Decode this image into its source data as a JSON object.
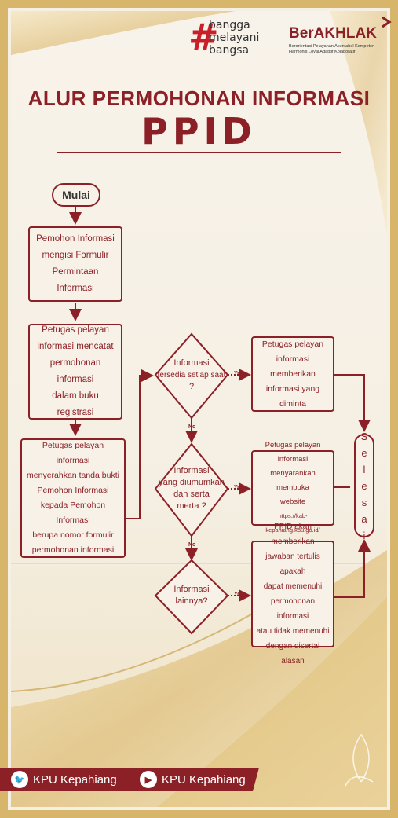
{
  "header": {
    "bangga_lines": [
      "bangga",
      "melayani",
      "bangsa"
    ],
    "berakhlak": "BerAKHLAK",
    "berakhlak_sub": "Berorientasi Pelayanan Akuntabel Kompeten Harmonis Loyal Adaptif Kolaboratif"
  },
  "title": {
    "line1": "ALUR PERMOHONAN INFORMASI",
    "line2": "PPID"
  },
  "flow": {
    "start": "Mulai",
    "step1": [
      "Pemohon Informasi",
      "mengisi Formulir",
      "Permintaan Informasi"
    ],
    "step2": [
      "Petugas pelayan",
      "informasi mencatat",
      "permohonan informasi",
      "dalam buku registrasi"
    ],
    "step3": [
      "Petugas pelayan informasi",
      "menyerahkan tanda bukti",
      "Pemohon Informasi",
      "kepada Pemohon Informasi",
      "berupa nomor formulir",
      "permohonan informasi"
    ],
    "decision1": [
      "Informasi",
      "tersedia setiap saat",
      "?"
    ],
    "decision2": [
      "Informasi",
      "yang diumumkan",
      "dan serta",
      "merta ?"
    ],
    "decision3": [
      "Informasi",
      "lainnya?"
    ],
    "result1": [
      "Petugas pelayan",
      "informasi memberikan",
      "informasi yang",
      "diminta"
    ],
    "result2": [
      "Petugas pelayan informasi",
      "menyarankan membuka",
      "website",
      "https://kab-kepahiang.kpu.go.id/"
    ],
    "result3": [
      "PPID akan memberikan",
      "jawaban tertulis apakah",
      "dapat memenuhi",
      "permohonan informasi",
      "atau tidak memenuhi",
      "dengan disertai alasan"
    ],
    "end_letters": [
      "S",
      "e",
      "l",
      "e",
      "s",
      "a",
      "i"
    ],
    "yes": "Yes",
    "no": "No"
  },
  "footer": {
    "twitter": "KPU Kepahiang",
    "youtube": "KPU Kepahiang"
  },
  "colors": {
    "maroon": "#8b2026",
    "gold": "#d7b56a",
    "bg": "#f6f0e4"
  }
}
